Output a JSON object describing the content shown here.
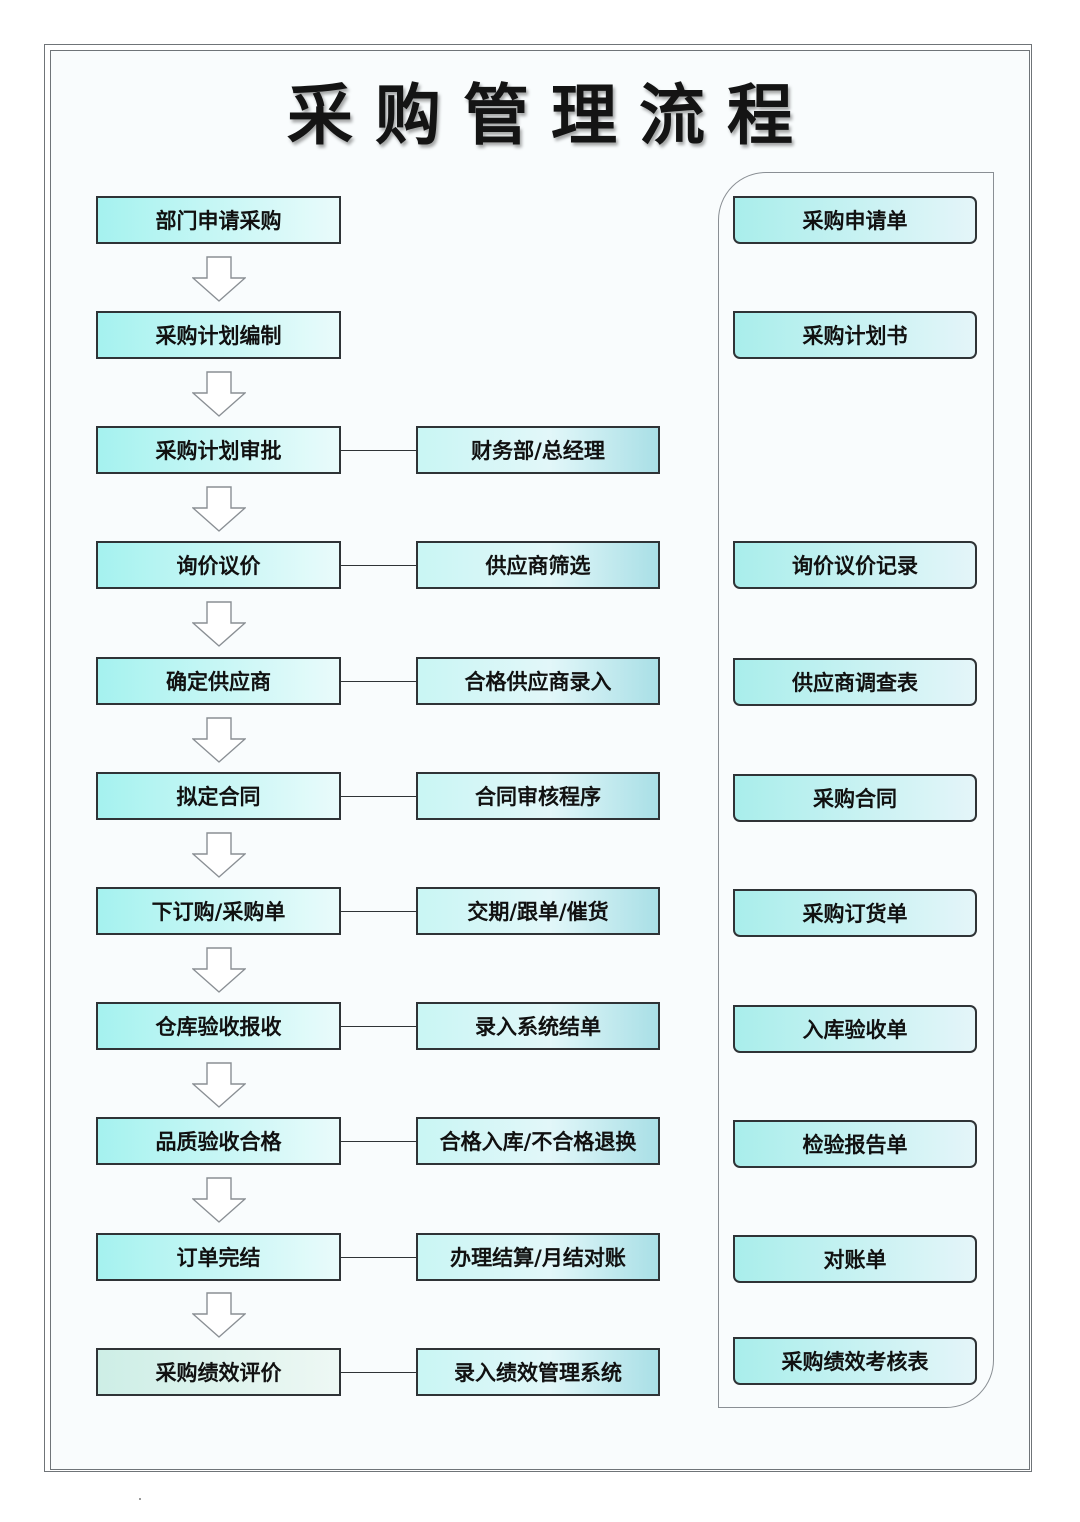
{
  "title": "采购管理流程",
  "steps": [
    {
      "label": "部门申请采购",
      "related": "",
      "document": "采购申请单"
    },
    {
      "label": "采购计划编制",
      "related": "",
      "document": "采购计划书"
    },
    {
      "label": "采购计划审批",
      "related": "财务部/总经理",
      "document": ""
    },
    {
      "label": "询价议价",
      "related": "供应商筛选",
      "document": "询价议价记录"
    },
    {
      "label": "确定供应商",
      "related": "合格供应商录入",
      "document": "供应商调查表"
    },
    {
      "label": "拟定合同",
      "related": "合同审核程序",
      "document": "采购合同"
    },
    {
      "label": "下订购/采购单",
      "related": "交期/跟单/催货",
      "document": "采购订货单"
    },
    {
      "label": "仓库验收报收",
      "related": "录入系统结单",
      "document": "入库验收单"
    },
    {
      "label": "品质验收合格",
      "related": "合格入库/不合格退换",
      "document": "检验报告单"
    },
    {
      "label": "订单完结",
      "related": "办理结算/月结对账",
      "document": "对账单"
    },
    {
      "label": "采购绩效评价",
      "related": "录入绩效管理系统",
      "document": "采购绩效考核表"
    }
  ],
  "colors": {
    "box_border": "#2f3336",
    "left_fill": "#a5f2ef",
    "mid_fill": "#c9f6f4",
    "right_fill": "#a9eeeb",
    "final_fill": "#cdeee6",
    "frame": "#6f7478"
  }
}
